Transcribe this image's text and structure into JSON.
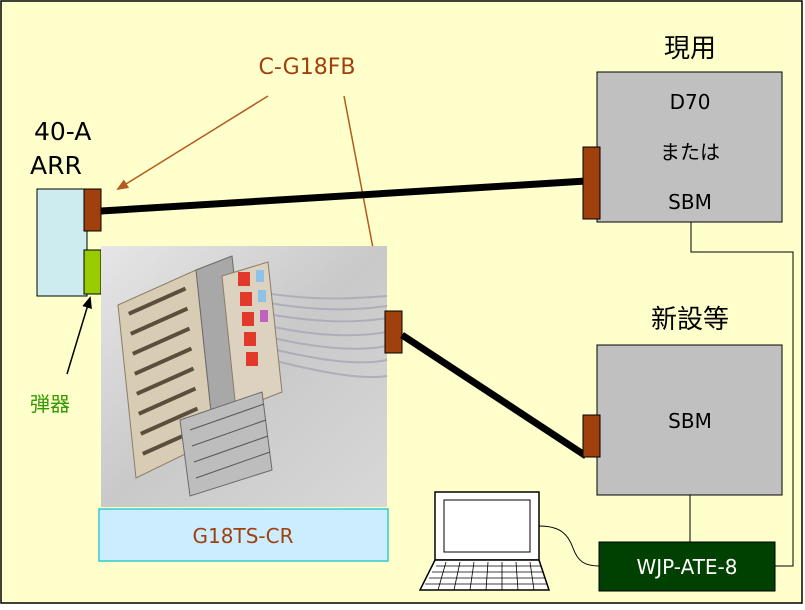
{
  "labels": {
    "connector_label": "C-G18FB",
    "arr_line1": "40-A",
    "arr_line2": "ARR",
    "current_title": "現用",
    "current_line1": "D70",
    "current_line2": "または",
    "current_line3": "SBM",
    "new_title": "新設等",
    "new_box": "SBM",
    "spring_label": "弾器",
    "panel_label": "G18TS-CR",
    "ate_label": "WJP-ATE-8"
  },
  "colors": {
    "background": "#FFFFCC",
    "equipment_box": "#C0C0C0",
    "connector": "#A0410D",
    "arrow_brown": "#B45A1E",
    "arr_unit": "#CCECF0",
    "spring_green": "#99CC00",
    "spring_label_text": "#339900",
    "connector_label_text": "#A0410D",
    "panel_label_bg": "#CCECFF",
    "panel_label_border": "#33CCCC",
    "ate_bg": "#004000"
  }
}
